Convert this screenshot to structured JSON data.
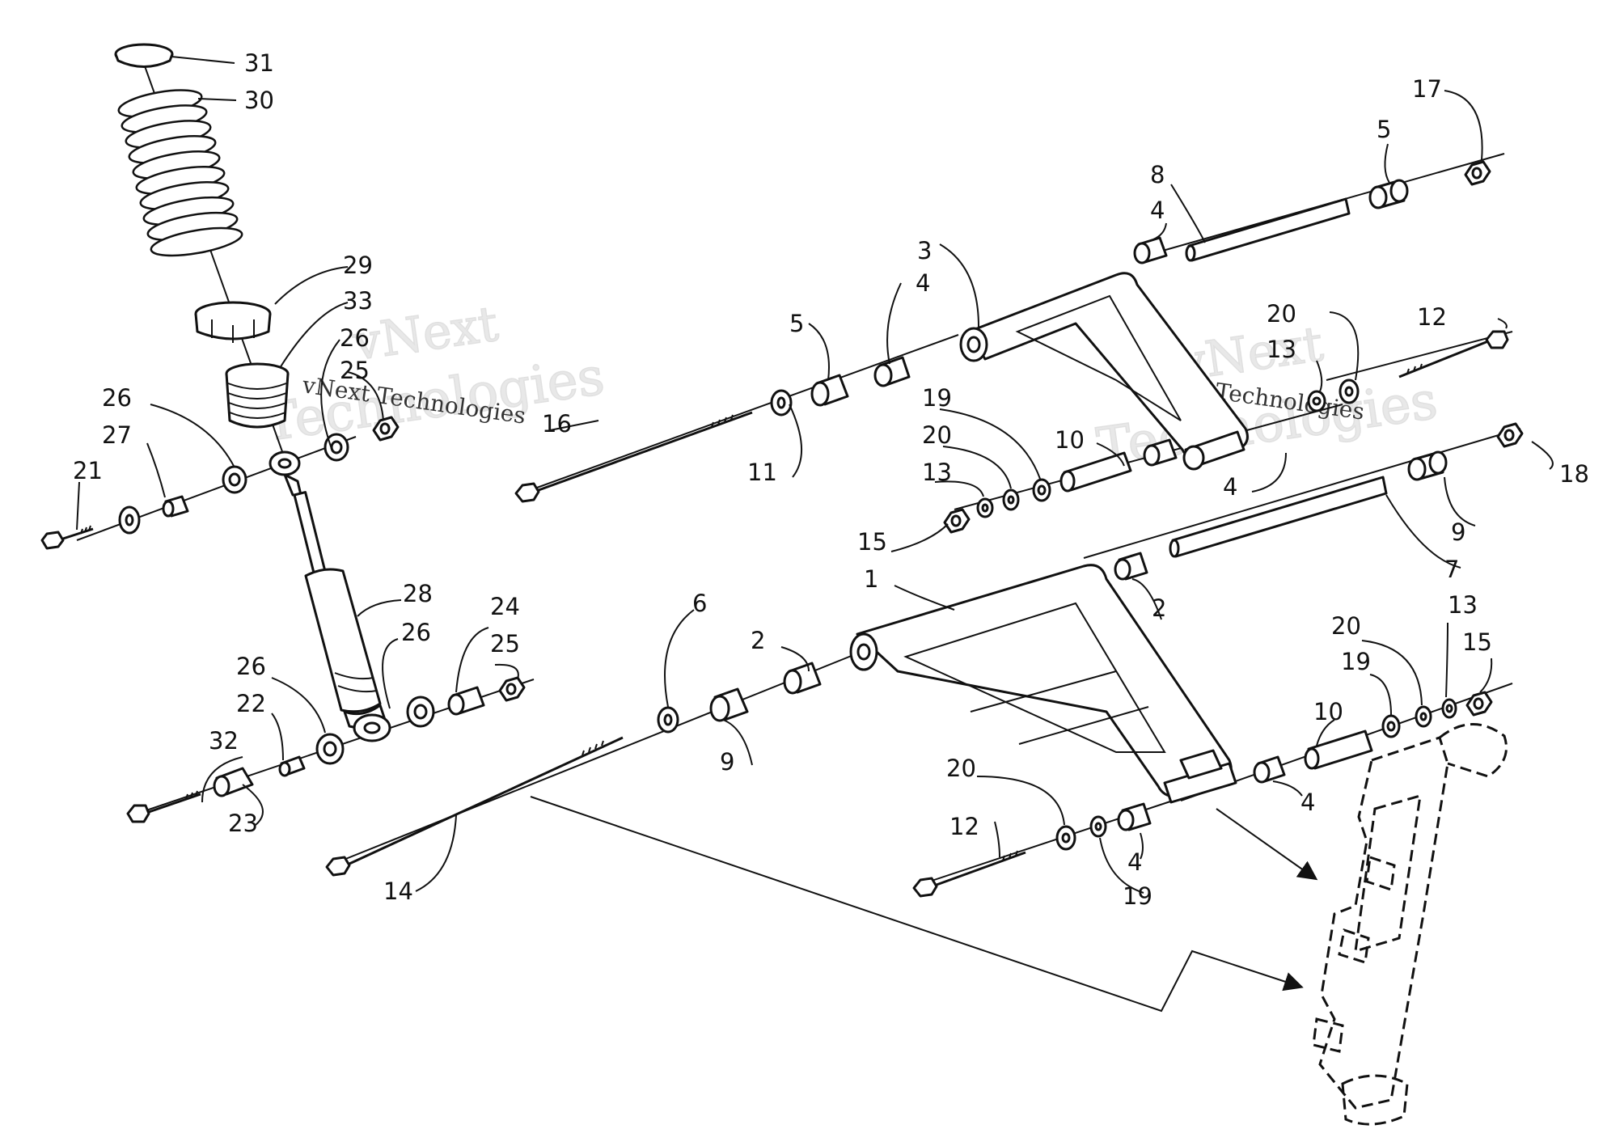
{
  "watermark": {
    "brand": "vNext",
    "line1": "vNext Technologies",
    "line2": "Technologies"
  },
  "callouts": [
    {
      "id": "c31",
      "text": "31"
    },
    {
      "id": "c30",
      "text": "30"
    },
    {
      "id": "c29",
      "text": "29"
    },
    {
      "id": "c33",
      "text": "33"
    },
    {
      "id": "c26a",
      "text": "26"
    },
    {
      "id": "c25a",
      "text": "25"
    },
    {
      "id": "c26b",
      "text": "26"
    },
    {
      "id": "c27",
      "text": "27"
    },
    {
      "id": "c21",
      "text": "21"
    },
    {
      "id": "c28",
      "text": "28"
    },
    {
      "id": "c26c",
      "text": "26"
    },
    {
      "id": "c24",
      "text": "24"
    },
    {
      "id": "c25b",
      "text": "25"
    },
    {
      "id": "c26d",
      "text": "26"
    },
    {
      "id": "c22",
      "text": "22"
    },
    {
      "id": "c32",
      "text": "32"
    },
    {
      "id": "c23",
      "text": "23"
    },
    {
      "id": "c14",
      "text": "14"
    },
    {
      "id": "c16",
      "text": "16"
    },
    {
      "id": "c11",
      "text": "11"
    },
    {
      "id": "c5a",
      "text": "5"
    },
    {
      "id": "c4a",
      "text": "4"
    },
    {
      "id": "c3",
      "text": "3"
    },
    {
      "id": "c8",
      "text": "8"
    },
    {
      "id": "c4b",
      "text": "4"
    },
    {
      "id": "c17",
      "text": "17"
    },
    {
      "id": "c5b",
      "text": "5"
    },
    {
      "id": "c12a",
      "text": "12"
    },
    {
      "id": "c20a",
      "text": "20"
    },
    {
      "id": "c13a",
      "text": "13"
    },
    {
      "id": "c19a",
      "text": "19"
    },
    {
      "id": "c20b",
      "text": "20"
    },
    {
      "id": "c13b",
      "text": "13"
    },
    {
      "id": "c10a",
      "text": "10"
    },
    {
      "id": "c4c",
      "text": "4"
    },
    {
      "id": "c15a",
      "text": "15"
    },
    {
      "id": "c18",
      "text": "18"
    },
    {
      "id": "c9a",
      "text": "9"
    },
    {
      "id": "c7",
      "text": "7"
    },
    {
      "id": "c1",
      "text": "1"
    },
    {
      "id": "c2a",
      "text": "2"
    },
    {
      "id": "c6",
      "text": "6"
    },
    {
      "id": "c2b",
      "text": "2"
    },
    {
      "id": "c9b",
      "text": "9"
    },
    {
      "id": "c20c",
      "text": "20"
    },
    {
      "id": "c13c",
      "text": "13"
    },
    {
      "id": "c19b",
      "text": "19"
    },
    {
      "id": "c15b",
      "text": "15"
    },
    {
      "id": "c10b",
      "text": "10"
    },
    {
      "id": "c4d",
      "text": "4"
    },
    {
      "id": "c20d",
      "text": "20"
    },
    {
      "id": "c12b",
      "text": "12"
    },
    {
      "id": "c4e",
      "text": "4"
    },
    {
      "id": "c19c",
      "text": "19"
    }
  ]
}
